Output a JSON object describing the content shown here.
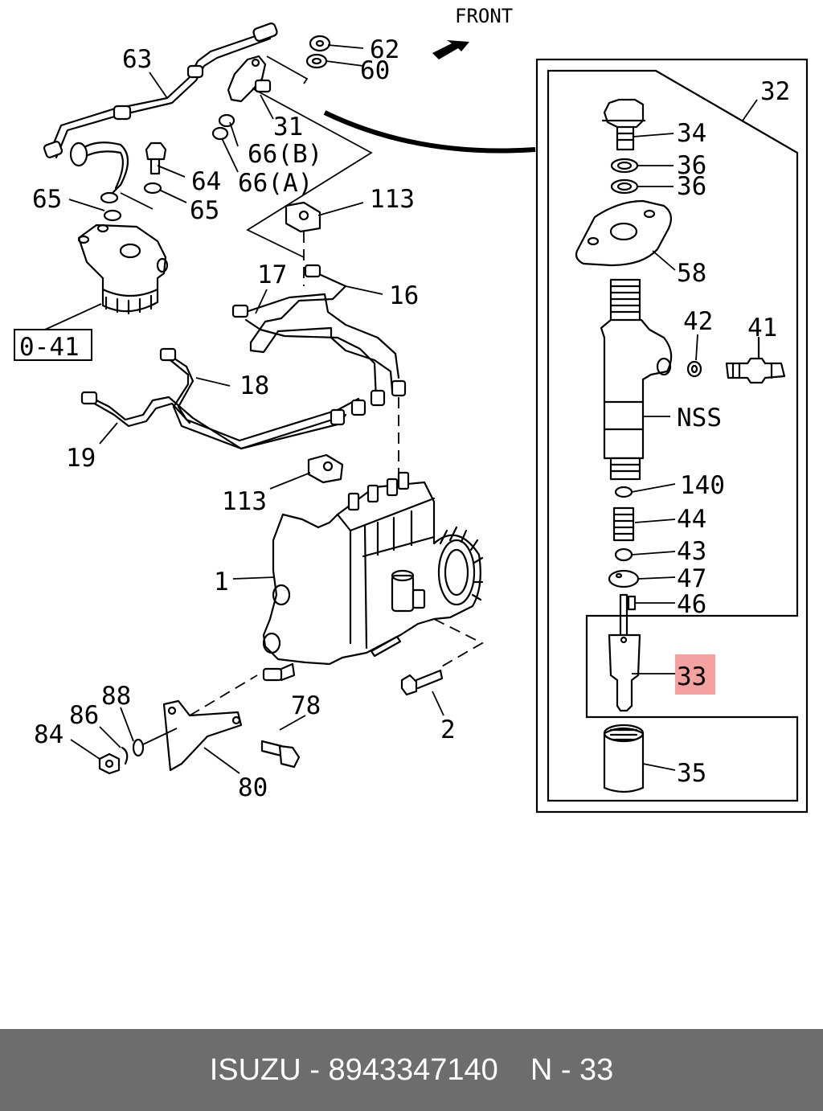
{
  "diagram": {
    "direction_label": "FRONT",
    "callouts": {
      "p1": "1",
      "p2": "2",
      "p16": "16",
      "p17": "17",
      "p18": "18",
      "p19": "19",
      "p31": "31",
      "p32": "32",
      "p33": "33",
      "p34": "34",
      "p35": "35",
      "p36a": "36",
      "p36b": "36",
      "p41": "41",
      "p42": "42",
      "p43": "43",
      "p44": "44",
      "p46": "46",
      "p47": "47",
      "p58": "58",
      "p60": "60",
      "p62": "62",
      "p63": "63",
      "p64": "64",
      "p65a": "65",
      "p65b": "65",
      "p66a": "66(A)",
      "p66b": "66(B)",
      "p78": "78",
      "p80": "80",
      "p84": "84",
      "p86": "86",
      "p88": "88",
      "p113a": "113",
      "p113b": "113",
      "p140": "140",
      "nss": "NSS",
      "ref": "0-41"
    },
    "highlight_color": "#f4a1a1"
  },
  "footer": {
    "brand_part": "ISUZU - 8943347140",
    "callout_ref": "N - 33",
    "background": "#6d6d6d"
  }
}
